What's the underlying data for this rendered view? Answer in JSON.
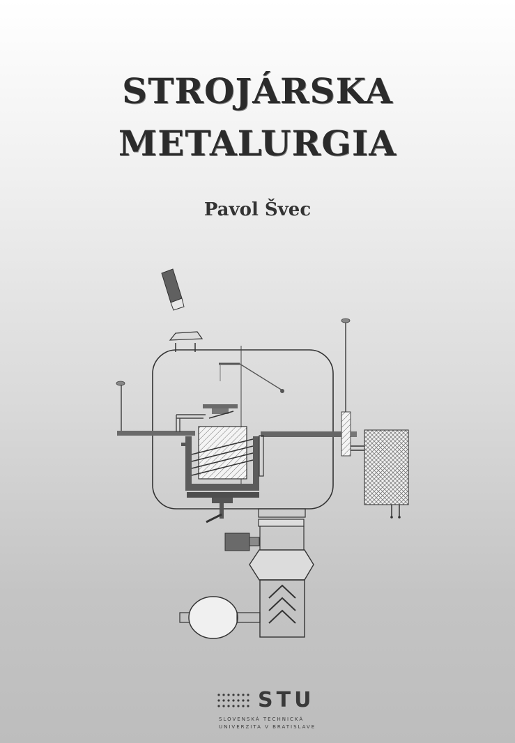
{
  "cover": {
    "title_line1": "STROJÁRSKA",
    "title_line2": "METALURGIA",
    "author": "Pavol Švec"
  },
  "illustration": {
    "subject": "vacuum-induction-furnace-schematic"
  },
  "publisher": {
    "logo_text": "STU",
    "line1": "SLOVENSKÁ TECHNICKÁ",
    "line2": "UNIVERZITA V BRATISLAVE"
  },
  "colors": {
    "title": "#2b2b2b",
    "line_art": "#333333",
    "accent_bars": "#5a5a5a"
  }
}
